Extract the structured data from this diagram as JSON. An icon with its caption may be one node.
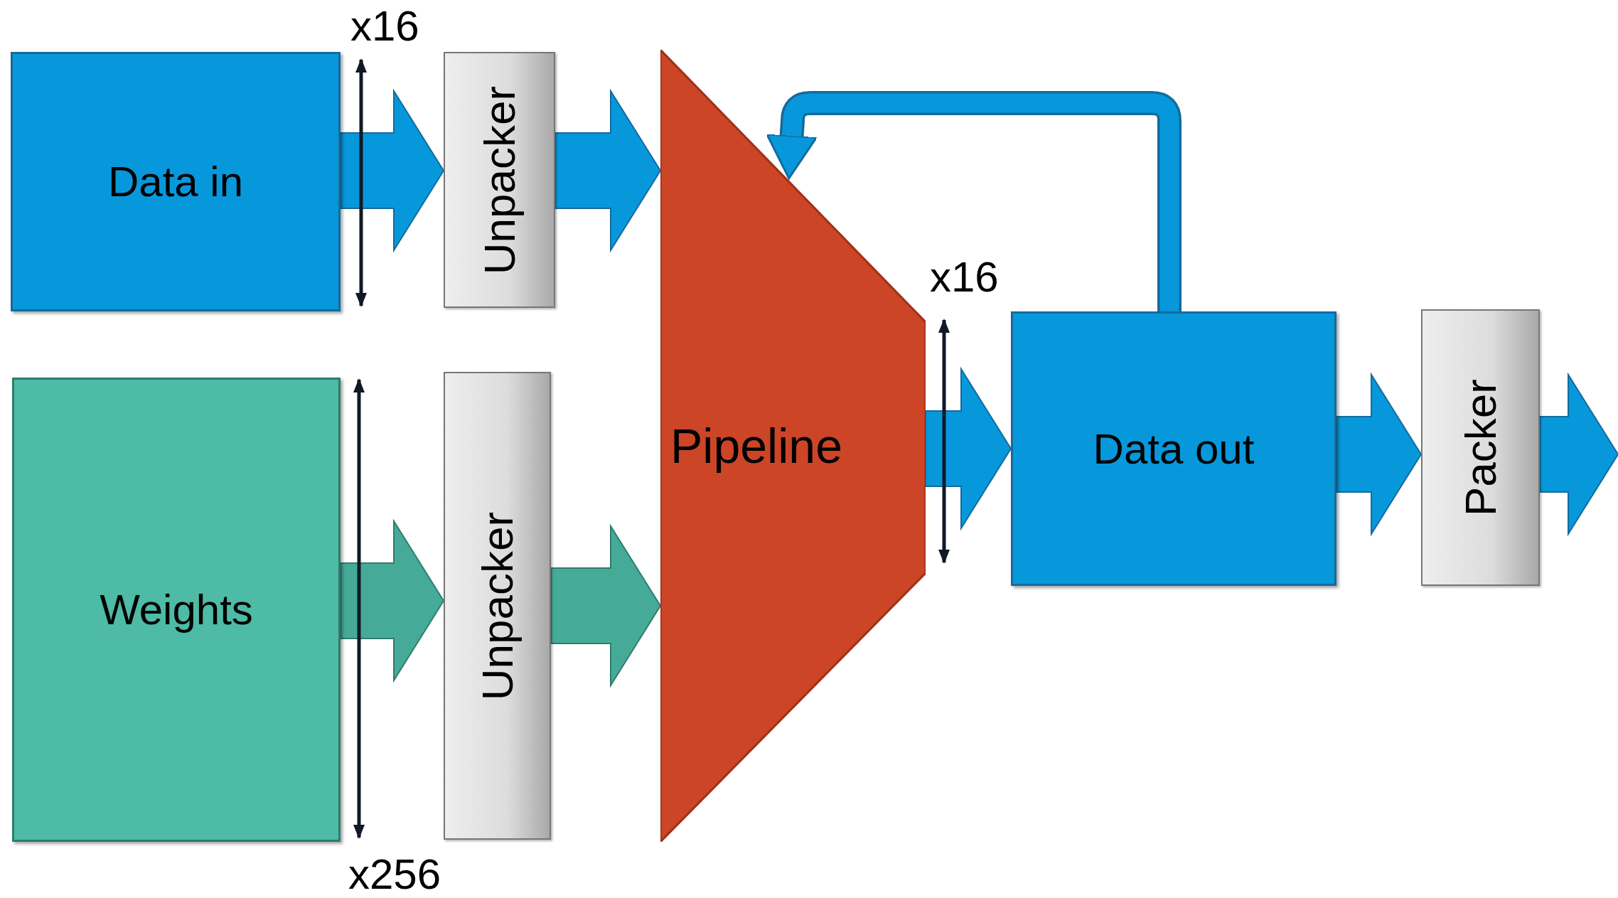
{
  "diagram": {
    "nodes": [
      {
        "text": [
          "Data in"
        ]
      },
      {
        "text": [
          "Weights"
        ]
      },
      {
        "text": [
          "Unpacker"
        ]
      },
      {
        "text": [
          "Unpacker"
        ]
      },
      {
        "text": [
          "Pipeline"
        ]
      },
      {
        "text": [
          "Data out"
        ]
      },
      {
        "text": [
          "Packer"
        ]
      }
    ],
    "edges": [
      {
        "from": 0,
        "to": 2,
        "arrow": "to"
      },
      {
        "from": 2,
        "to": 4,
        "arrow": "to"
      },
      {
        "from": 1,
        "to": 3,
        "arrow": "to",
        "color": "#45ab98"
      },
      {
        "from": 3,
        "to": 4,
        "arrow": "to",
        "color": "#45ab98"
      },
      {
        "from": 4,
        "to": 5,
        "arrow": "to"
      },
      {
        "from": 5,
        "to": 6,
        "arrow": "to"
      },
      {
        "from": 6,
        "to": null,
        "arrow": "to"
      },
      {
        "from": 5,
        "to": 4,
        "arrow": "to"
      }
    ],
    "labels": [
      "x16",
      "x256",
      "x16"
    ]
  }
}
